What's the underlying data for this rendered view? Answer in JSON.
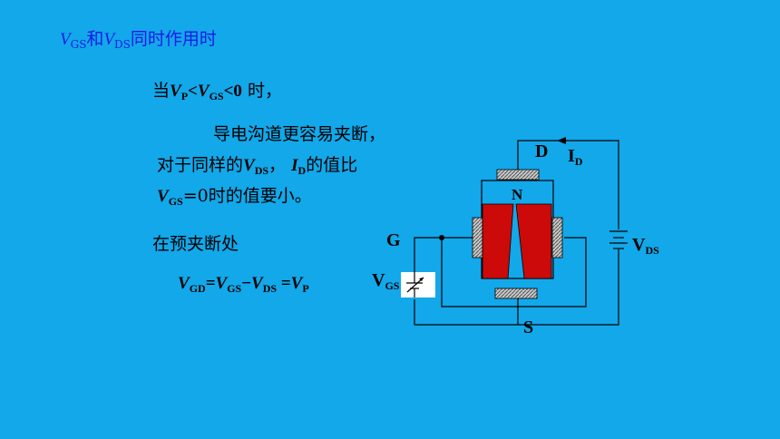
{
  "title": {
    "v1": "V",
    "s1": "GS",
    "mid": "和",
    "v2": "V",
    "s2": "DS",
    "tail": "同时作用时"
  },
  "condition": {
    "pre": "当",
    "v1": "V",
    "s1": "P",
    "op1": "<",
    "v2": "V",
    "s2": "GS",
    "op2": "<0",
    "post": "时，"
  },
  "para": {
    "line1": "导电沟道更容易夹断，",
    "line2_pre": "对于同样的",
    "line2_v": "V",
    "line2_vs": "DS",
    "line2_mid": "，",
    "line2_i": "I",
    "line2_is": "D",
    "line2_post": "的值比",
    "line3_v": "V",
    "line3_vs": "GS",
    "line3_post": "=0时的值要小。"
  },
  "pinch_label": "在预夹断处",
  "formula": {
    "a": "V",
    "as": "GD",
    "eq1": "=",
    "b": "V",
    "bs": "GS",
    "minus": "−",
    "c": "V",
    "cs": "DS",
    "eq2": " =",
    "d": "V",
    "ds": "P"
  },
  "diagram": {
    "D": "D",
    "I": "I",
    "Isub": "D",
    "N": "N",
    "G": "G",
    "VDS": "V",
    "VDSsub": "DS",
    "VGS": "V",
    "VGSsub": "GS",
    "S": "S"
  },
  "colors": {
    "background": "#12a8ea",
    "title": "#1a1ae6",
    "channel": "#cc0a0a"
  }
}
